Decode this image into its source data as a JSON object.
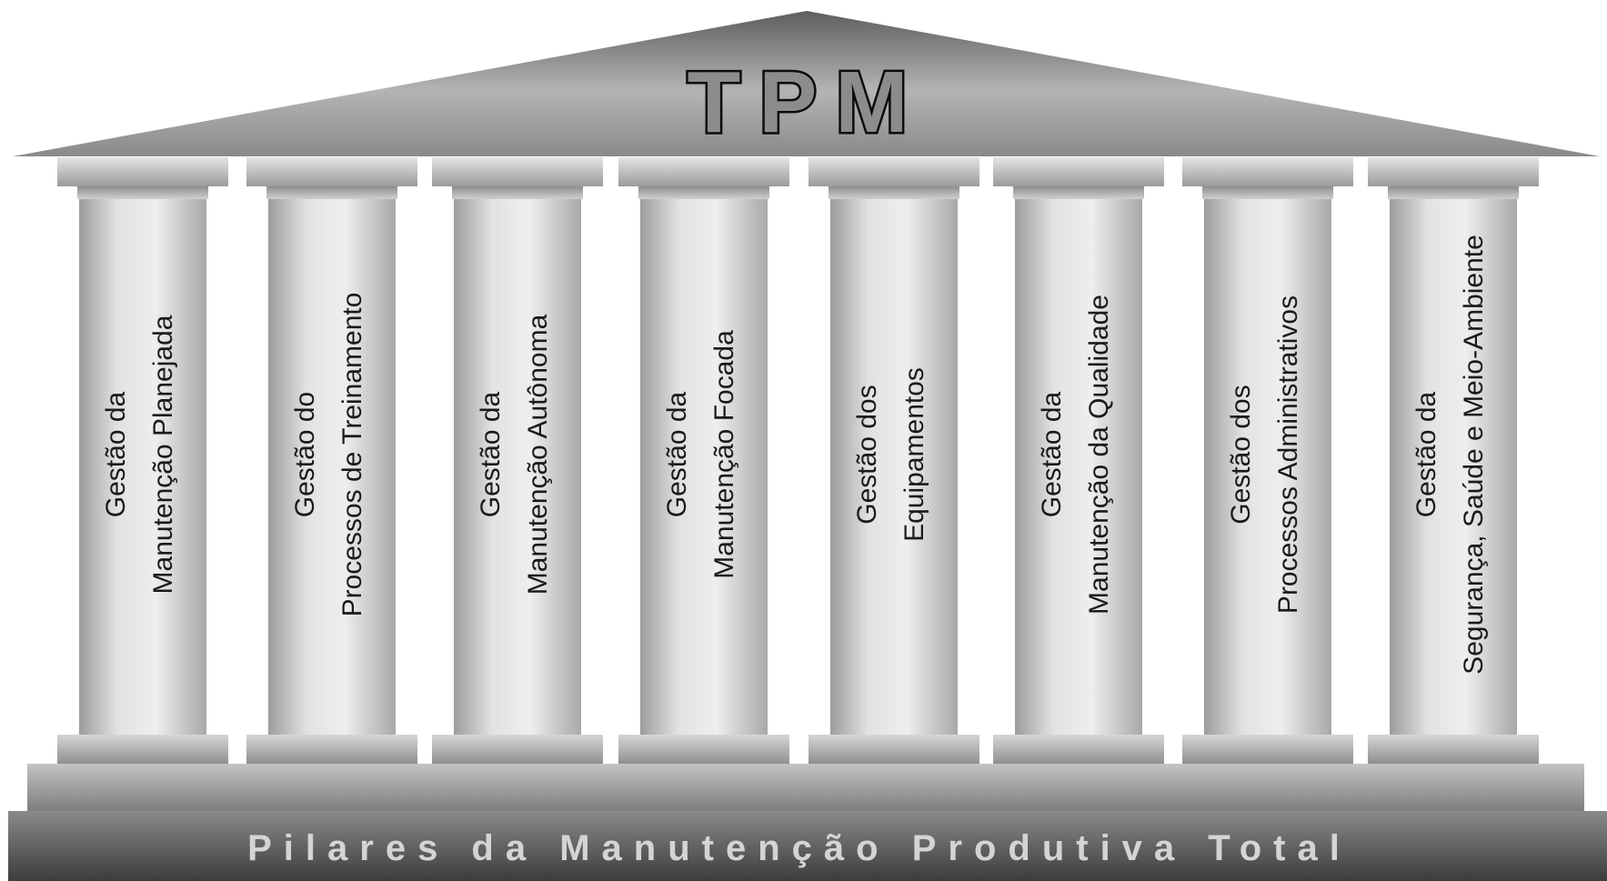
{
  "title": "TPM",
  "footer": "Pilares da Manutenção Produtiva Total",
  "pillars": [
    {
      "lines": [
        "Gestão  da",
        "Manutenção Planejada"
      ]
    },
    {
      "lines": [
        "Gestão  do",
        "Processos de Treinamento"
      ]
    },
    {
      "lines": [
        "Gestão  da",
        "Manutenção Autônoma"
      ]
    },
    {
      "lines": [
        "Gestão  da",
        "Manutenção  Focada"
      ]
    },
    {
      "lines": [
        "Gestão  dos",
        "Equipamentos"
      ]
    },
    {
      "lines": [
        "Gestão  da",
        "Manutenção da  Qualidade"
      ]
    },
    {
      "lines": [
        "Gestão  dos",
        "Processos Administrativos"
      ]
    },
    {
      "lines": [
        "Gestão  da",
        "Segurança, Saúde e Meio-Ambiente"
      ]
    }
  ],
  "colors": {
    "roof_light": "#e6e6e6",
    "roof_dark": "#6f6f6f",
    "column_light": "#ececec",
    "column_dark": "#a0a0a0",
    "base_dark": "#555555",
    "text": "#1a1a1a"
  }
}
